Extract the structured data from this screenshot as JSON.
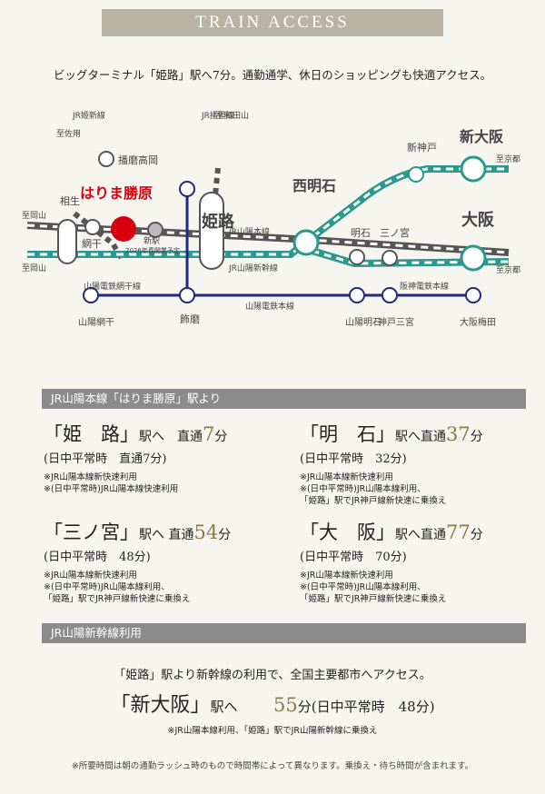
{
  "header": {
    "title": "TRAIN ACCESS"
  },
  "intro": "ビッグターミナル「姫路」駅へ7分。通勤通学、休日のショッピングも快適アクセス。",
  "map": {
    "stations": {
      "harima": "はりま勝原",
      "shinkansen_new": "新駅",
      "new_note": "2026年春開業予定",
      "aboshi": "網干",
      "aioi": "相生",
      "himeji": "姫路",
      "nishiakashi": "西明石",
      "akashi": "明石",
      "sannomiya": "三ノ宮",
      "osaka": "大阪",
      "shinkobe": "新神戸",
      "shinosaka": "新大阪",
      "harimakoudai": "播磨高岡",
      "shikama": "飾磨",
      "sanyoaboshi": "山陽網干",
      "sanyoakashi": "山陽明石",
      "kobesannomiya": "神戸三宮",
      "osakaumeda": "大阪梅田"
    },
    "lines": {
      "sanyo_main": "JR山陽本線",
      "sanyo_shinkansen": "JR山陽新幹線",
      "sanyo_dentetsu": "山陽電鉄本線",
      "sanyo_aboshi": "山陽電鉄網干線",
      "hanshin": "阪神電鉄本線",
      "kishin": "JR姫新線",
      "bantan": "JR播但線"
    },
    "dirs": {
      "sayo": "至佐用",
      "wadayama": "至和田山",
      "okayama": "至岡山",
      "kyoto": "至京都"
    }
  },
  "section1": {
    "title": "JR山陽本線「はりま勝原」駅より"
  },
  "destinations": [
    {
      "name": "「姫　路」",
      "suffix": "駅へ　直通",
      "minutes": "7",
      "unit": "分",
      "sub": "(日中平常時　直通7分)",
      "notes": [
        "※JR山陽本線新快速利用",
        "※(日中平常時)JR山陽本線快速利用"
      ]
    },
    {
      "name": "「明　石」",
      "suffix": "駅へ直通",
      "minutes": "37",
      "unit": "分",
      "sub": "(日中平常時　32分)",
      "notes": [
        "※JR山陽本線新快速利用",
        "※(日中平常時)JR山陽本線利用、",
        "「姫路」駅でJR神戸線新快速に乗換え"
      ]
    },
    {
      "name": "「三ノ宮」",
      "suffix": "駅へ 直通",
      "minutes": "54",
      "unit": "分",
      "sub": "(日中平常時　48分)",
      "notes": [
        "※JR山陽本線新快速利用",
        "※(日中平常時)JR山陽本線利用、",
        "「姫路」駅でJR神戸線新快速に乗換え"
      ]
    },
    {
      "name": "「大　阪」",
      "suffix": "駅へ直通",
      "minutes": "77",
      "unit": "分",
      "sub": "(日中平常時　70分)",
      "notes": [
        "※JR山陽本線新快速利用",
        "※(日中平常時)JR山陽本線利用、",
        "「姫路」駅でJR神戸線新快速に乗換え"
      ]
    }
  ],
  "section2": {
    "title": "JR山陽新幹線利用"
  },
  "shinkansen": {
    "intro": "「姫路」駅より新幹線の利用で、全国主要都市へアクセス。",
    "name": "「新大阪」",
    "suffix": "駅へ",
    "minutes": "55",
    "rest": "分(日中平常時　48分)",
    "note": "※JR山陽本線利用、「姫路」駅でJR山陽新幹線に乗換え"
  },
  "footer": "※所要時間は朝の通勤ラッシュ時のもので時間帯によって異なります。乗換え・待ち時間が含まれます。",
  "colors": {
    "teal": "#2a9a8c",
    "navy": "#23287a",
    "red": "#d7000f",
    "accent": "#8a7a46"
  }
}
